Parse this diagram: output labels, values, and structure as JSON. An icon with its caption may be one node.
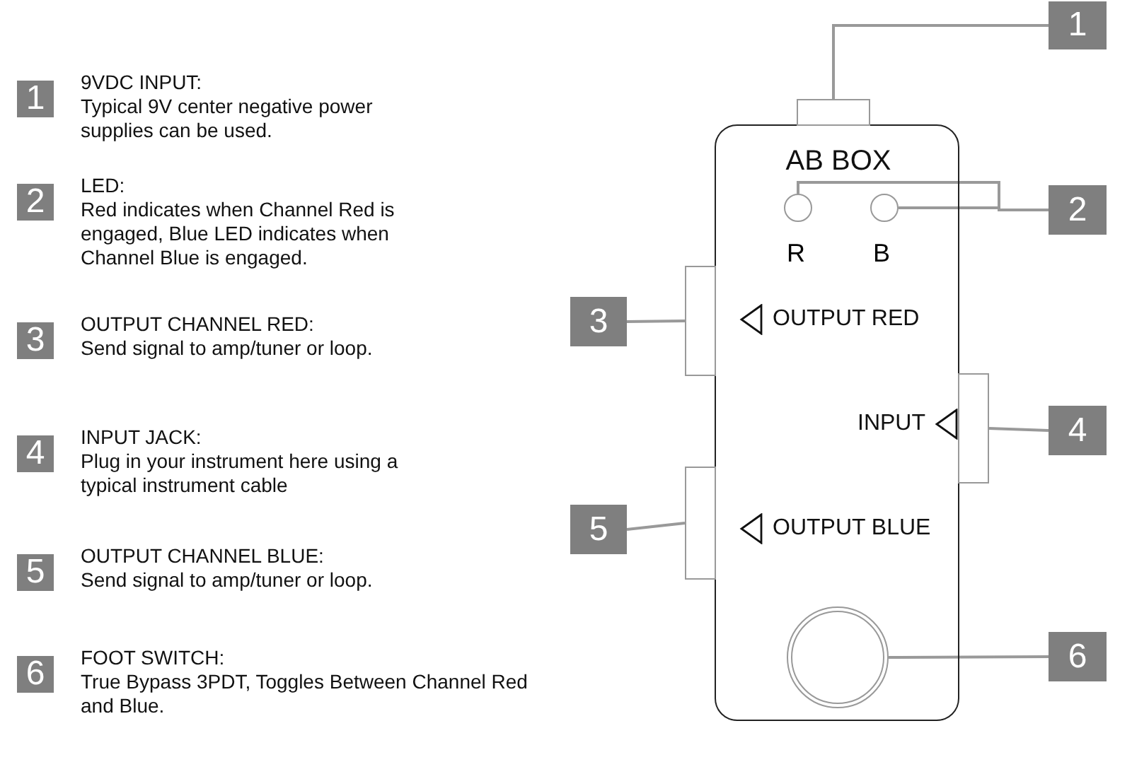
{
  "diagram": {
    "nodes": [
      {
        "text": [
          "1"
        ],
        "beside": [
          "9VDC INPUT:",
          "Typical 9V center negative power supplies can be used."
        ]
      },
      {
        "text": [
          "2"
        ],
        "beside": [
          "LED:",
          "Red indicates when Channel Red is engaged, Blue LED indicates when Channel Blue is engaged."
        ]
      },
      {
        "text": [
          "3"
        ],
        "beside": [
          "OUTPUT CHANNEL RED:",
          "Send signal to amp/tuner or loop."
        ]
      },
      {
        "text": [
          "4"
        ],
        "beside": [
          "INPUT JACK:",
          "Plug in your instrument here using a typical instrument cable"
        ]
      },
      {
        "text": [
          "5"
        ],
        "beside": [
          "OUTPUT CHANNEL BLUE:",
          "Send signal to amp/tuner or loop."
        ]
      },
      {
        "text": [
          "6"
        ],
        "beside": [
          "FOOT SWITCH:",
          "True Bypass 3PDT, Toggles Between Channel Red and Blue."
        ]
      },
      {
        "text": [
          "AB BOX",
          "OUTPUT RED",
          "INPUT",
          "OUTPUT BLUE"
        ]
      },
      {
        "text": [],
        "shape": "box"
      },
      {
        "text": [],
        "shape": "circle",
        "in": 6,
        "beside": [
          "R"
        ]
      },
      {
        "text": [],
        "shape": "circle",
        "in": 6,
        "beside": [
          "B"
        ]
      },
      {
        "text": [],
        "shape": "box"
      },
      {
        "text": [],
        "shape": "box"
      },
      {
        "text": [],
        "shape": "box"
      },
      {
        "text": [],
        "shape": "circle",
        "in": 6
      },
      {
        "text": [
          "1"
        ]
      },
      {
        "text": [
          "2"
        ]
      },
      {
        "text": [
          "3"
        ]
      },
      {
        "text": [
          "4"
        ]
      },
      {
        "text": [
          "5"
        ]
      },
      {
        "text": [
          "6"
        ]
      }
    ],
    "edges": [
      {
        "from": 14,
        "to": 7,
        "arrow": "none"
      },
      {
        "from": 15,
        "to": 8,
        "arrow": "none"
      },
      {
        "from": 15,
        "to": 9,
        "arrow": "none"
      },
      {
        "from": 16,
        "to": 10,
        "arrow": "none"
      },
      {
        "from": 17,
        "to": 11,
        "arrow": "none"
      },
      {
        "from": 18,
        "to": 12,
        "arrow": "none"
      },
      {
        "from": 19,
        "to": 13,
        "arrow": "none"
      }
    ]
  }
}
